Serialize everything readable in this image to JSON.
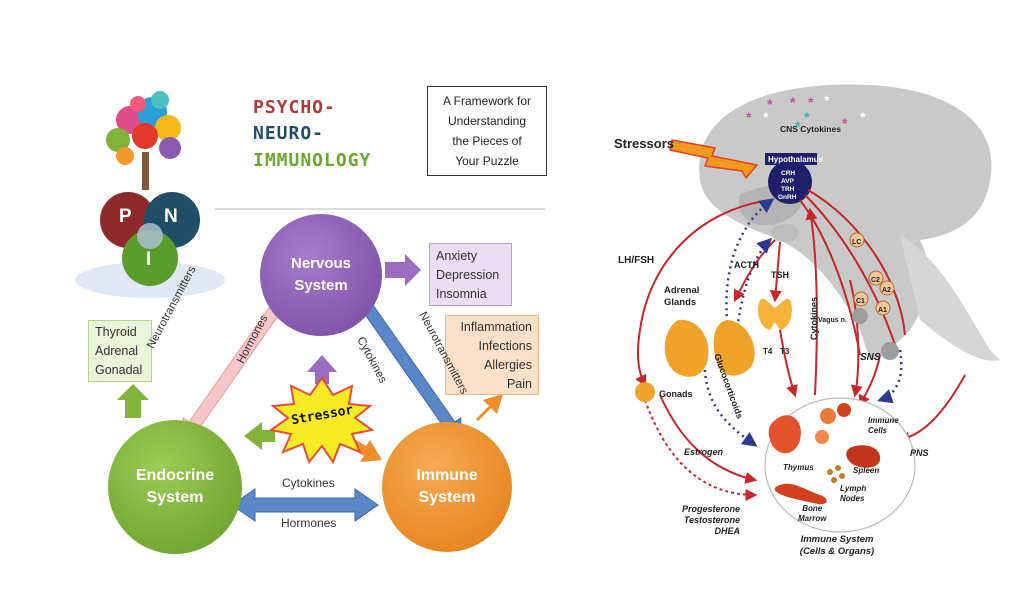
{
  "left_panel": {
    "title": {
      "line1": "PSYCHO-",
      "line2": "NEURO-",
      "line3": "IMMUNOLOGY"
    },
    "framework_box": "A Framework for\nUnderstanding\nthe Pieces of\nYour Puzzle",
    "logo": {
      "p": "P",
      "n": "N",
      "i": "I"
    },
    "nodes": {
      "nervous": "Nervous\nSystem",
      "endocrine": "Endocrine\nSystem",
      "immune": "Immune\nSystem"
    },
    "stressor": "Stressor",
    "boxes": {
      "anxiety": "Anxiety\nDepression\nInsomnia",
      "thyroid": "Thyroid\nAdrenal\nGonadal",
      "inflammation": "Inflammation\nInfections\nAllergies\nPain"
    },
    "arrow_labels": {
      "neurotransmitters_left": "Neurotransmitters",
      "hormones_left": "Hormones",
      "cytokines_right": "Cytokines",
      "neurotransmitters_right": "Neurotransmitters",
      "cytokines_bottom": "Cytokines",
      "hormones_bottom": "Hormones"
    },
    "colors": {
      "nervous": "#8a59b0",
      "endocrine": "#7fb33a",
      "immune": "#ef8d2a",
      "stressor": "#f7ec23"
    }
  },
  "right_panel": {
    "labels": {
      "stressors": "Stressors",
      "cns_cytokines": "CNS Cytokines",
      "hypothalamus": "Hypothalamus",
      "crh": "CRH",
      "avp": "AVP",
      "trh": "TRH",
      "gnrh": "GnRH",
      "lh_fsh": "LH/FSH",
      "acth": "ACTH",
      "tsh": "TSH",
      "cytokines": "Cytokines",
      "lc": "LC",
      "c2": "C2",
      "a2": "A2",
      "c1": "C1",
      "a1": "A1",
      "vagus": "Vagus n.",
      "sns": "SNS",
      "adrenal_glands": "Adrenal\nGlands",
      "t4": "T4",
      "t3": "T3",
      "glucocorticoids": "Glucocorticoids",
      "gonads": "Gonads",
      "estrogen": "Estrogen",
      "progesterone": "Progesterone\nTestosterone\nDHEA",
      "immune_cells": "Immune\nCells",
      "thymus": "Thymus",
      "spleen": "Spleen",
      "lymph_nodes": "Lymph\nNodes",
      "bone_marrow": "Bone\nMarrow",
      "pns": "PNS",
      "immune_system": "Immune System\n(Cells & Organs)"
    }
  }
}
